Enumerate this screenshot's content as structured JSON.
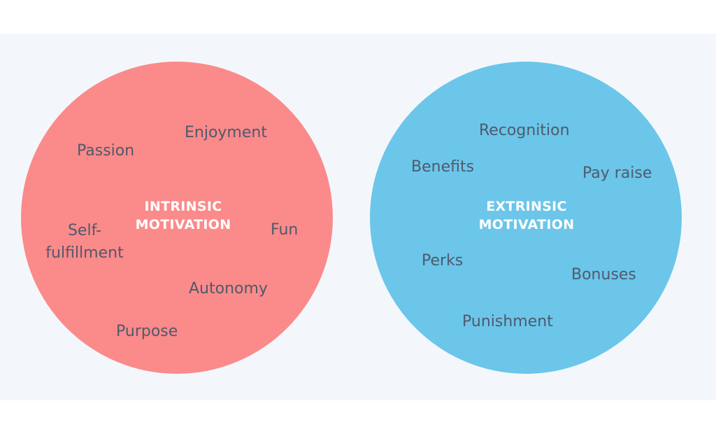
{
  "colors": {
    "background_band": "#f3f7fb",
    "intrinsic_circle": "#fb8a8a",
    "extrinsic_circle": "#6bc6ea",
    "title_text": "#ffffff",
    "word_text": "#4f5a6b"
  },
  "intrinsic": {
    "title_line1": "INTRINSIC",
    "title_line2": "MOTIVATION",
    "items": {
      "passion": "Passion",
      "enjoyment": "Enjoyment",
      "self_line1": "Self-",
      "self_line2": "fulfillment",
      "fun": "Fun",
      "autonomy": "Autonomy",
      "purpose": "Purpose"
    }
  },
  "extrinsic": {
    "title_line1": "EXTRINSIC",
    "title_line2": "MOTIVATION",
    "items": {
      "recognition": "Recognition",
      "benefits": "Benefits",
      "pay_raise": "Pay raise",
      "perks": "Perks",
      "bonuses": "Bonuses",
      "punishment": "Punishment"
    }
  }
}
